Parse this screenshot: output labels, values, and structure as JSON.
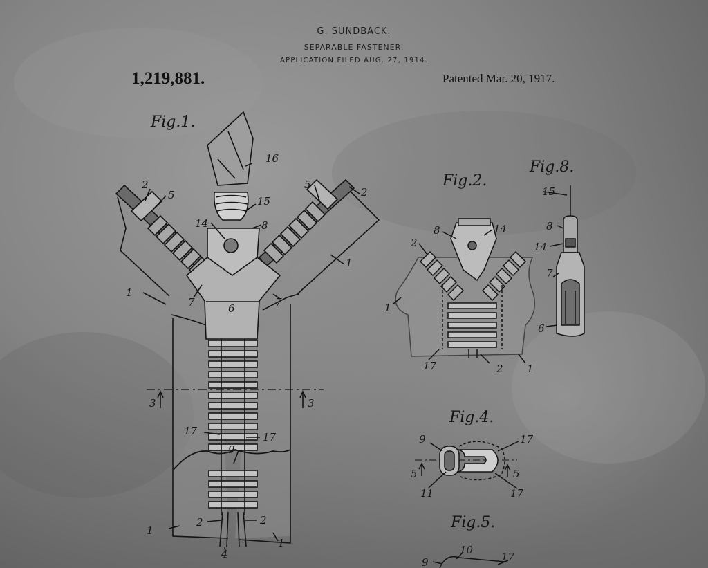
{
  "header": {
    "inventor": "G. SUNDBACK.",
    "title": "SEPARABLE FASTENER.",
    "filed": "APPLICATION FILED AUG. 27, 1914.",
    "patent_number": "1,219,881.",
    "patent_date": "Patented Mar. 20, 1917."
  },
  "figures": {
    "fig1": {
      "label": "Fig.1.",
      "refs": {
        "r1a": "1",
        "r1b": "1",
        "r1c": "1",
        "r1d": "1",
        "r2a": "2",
        "r2b": "2",
        "r2c": "2",
        "r2d": "2",
        "r3a": "3",
        "r3b": "3",
        "r4": "4",
        "r5a": "5",
        "r5b": "5",
        "r6": "6",
        "r7a": "7",
        "r7b": "7",
        "r8": "8",
        "r9": "9",
        "r14": "14",
        "r15": "15",
        "r16": "16",
        "r17a": "17",
        "r17b": "17"
      }
    },
    "fig2": {
      "label": "Fig.2.",
      "refs": {
        "r8": "8",
        "r14": "14",
        "r2a": "2",
        "r2b": "2",
        "r1a": "1",
        "r1b": "1",
        "r17": "17"
      }
    },
    "fig8": {
      "label": "Fig.8.",
      "refs": {
        "r15": "15",
        "r8": "8",
        "r14": "14",
        "r7": "7",
        "r6": "6"
      }
    },
    "fig4": {
      "label": "Fig.4.",
      "refs": {
        "r9": "9",
        "r17a": "17",
        "r17b": "17",
        "r5a": "5",
        "r5b": "5",
        "r11": "11"
      }
    },
    "fig5": {
      "label": "Fig.5.",
      "refs": {
        "r9": "9",
        "r10": "10",
        "r17": "17"
      }
    }
  }
}
